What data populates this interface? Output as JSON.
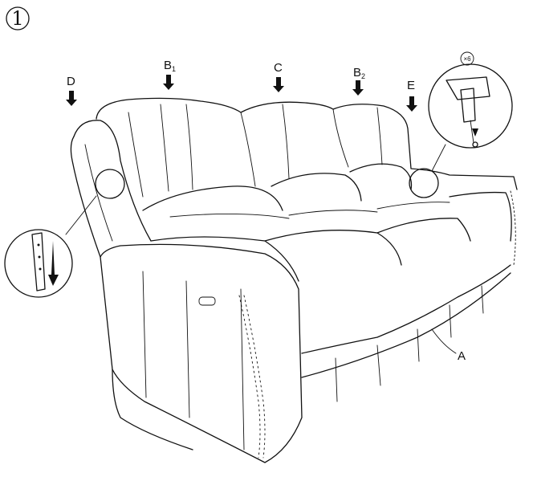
{
  "step": {
    "number": "1"
  },
  "labels": {
    "D": "D",
    "B1": {
      "main": "B",
      "sub": "1"
    },
    "C": "C",
    "B2": {
      "main": "B",
      "sub": "2"
    },
    "E": "E",
    "A": "A"
  },
  "detail_quantity": "×6",
  "icons": [
    "down-arrow-icon",
    "magnifier-callout",
    "bolt-icon"
  ]
}
